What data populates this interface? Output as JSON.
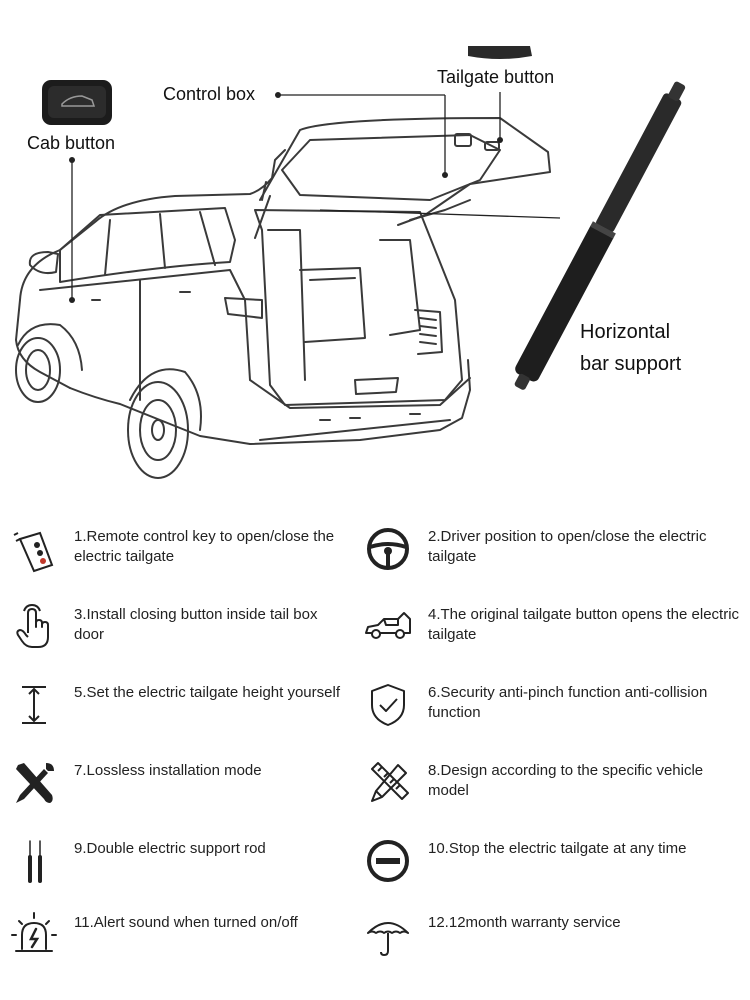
{
  "callouts": {
    "control_box": "Control box",
    "tailgate_button": "Tailgate button",
    "cab_button": "Cab button",
    "support_line1": "Horizontal",
    "support_line2": "bar support"
  },
  "features": [
    {
      "icon": "remote-key-icon",
      "text": "1.Remote control key to open/close the electric tailgate"
    },
    {
      "icon": "steering-wheel-icon",
      "text": "2.Driver position to open/close the electric tailgate"
    },
    {
      "icon": "hand-tap-icon",
      "text": "3.Install closing button inside tail box door"
    },
    {
      "icon": "car-outline-icon",
      "text": "4.The original tailgate button opens the electric tailgate"
    },
    {
      "icon": "height-arrow-icon",
      "text": "5.Set the electric tailgate height yourself"
    },
    {
      "icon": "shield-check-icon",
      "text": "6.Security anti-pinch function anti-collision function"
    },
    {
      "icon": "wrench-screwdriver-icon",
      "text": "7.Lossless installation mode"
    },
    {
      "icon": "pencil-ruler-icon",
      "text": "8.Design according to the specific vehicle model"
    },
    {
      "icon": "double-rod-icon",
      "text": "9.Double electric support rod"
    },
    {
      "icon": "stop-minus-icon",
      "text": "10.Stop the electric tailgate at any time"
    },
    {
      "icon": "alarm-light-icon",
      "text": "11.Alert sound when turned on/off"
    },
    {
      "icon": "umbrella-icon",
      "text": "12.12month warranty service"
    }
  ]
}
